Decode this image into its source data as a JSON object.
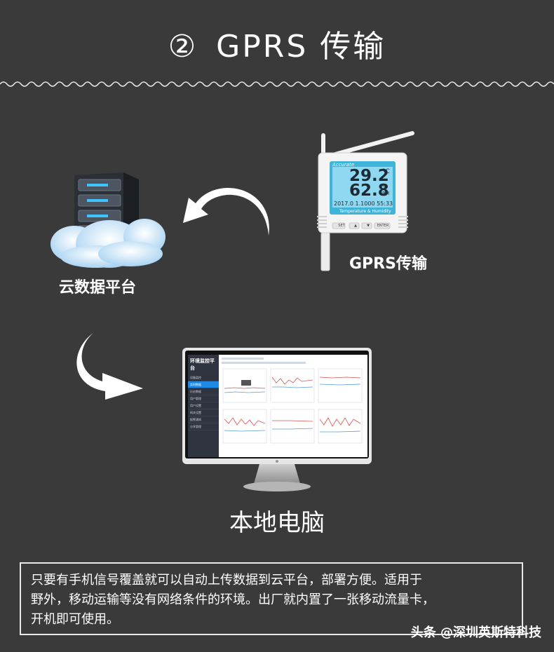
{
  "header": {
    "circled_number": "②",
    "title": "GPRS 传输"
  },
  "nodes": {
    "cloud": {
      "label": "云数据平台"
    },
    "device": {
      "label": "GPRS传输",
      "brand": "Accurate",
      "temperature": "29.2",
      "temperature_unit": "°C",
      "humidity": "62.8",
      "humidity_unit": "%",
      "humidity_tag": "RH",
      "datetime": "2017.0 1.1000 55:33",
      "caption": "Temperature & Humidity",
      "buttons": [
        "SET",
        "▲",
        "▼",
        "ENTER"
      ]
    },
    "pc": {
      "label": "本地电脑",
      "app_title": "环境监控平台",
      "sidebar_items": [
        "设备监控",
        "实时数据",
        "历史数据",
        "用户管理",
        "用户设置",
        "网关设置",
        "报警通知",
        "分享管理"
      ]
    }
  },
  "colors": {
    "background": "#3a3a3a",
    "lcd": "#3fb3d8",
    "accent": "#1e88e5"
  },
  "note": {
    "line1": "只要有手机信号覆盖就可以自动上传数据到云平台，部署方便。适用于",
    "line2": "野外，移动运输等没有网络条件的环境。出厂就内置了一张移动流量卡，",
    "line3": "开机即可使用。"
  },
  "watermark": "头条 @深圳英斯特科技"
}
